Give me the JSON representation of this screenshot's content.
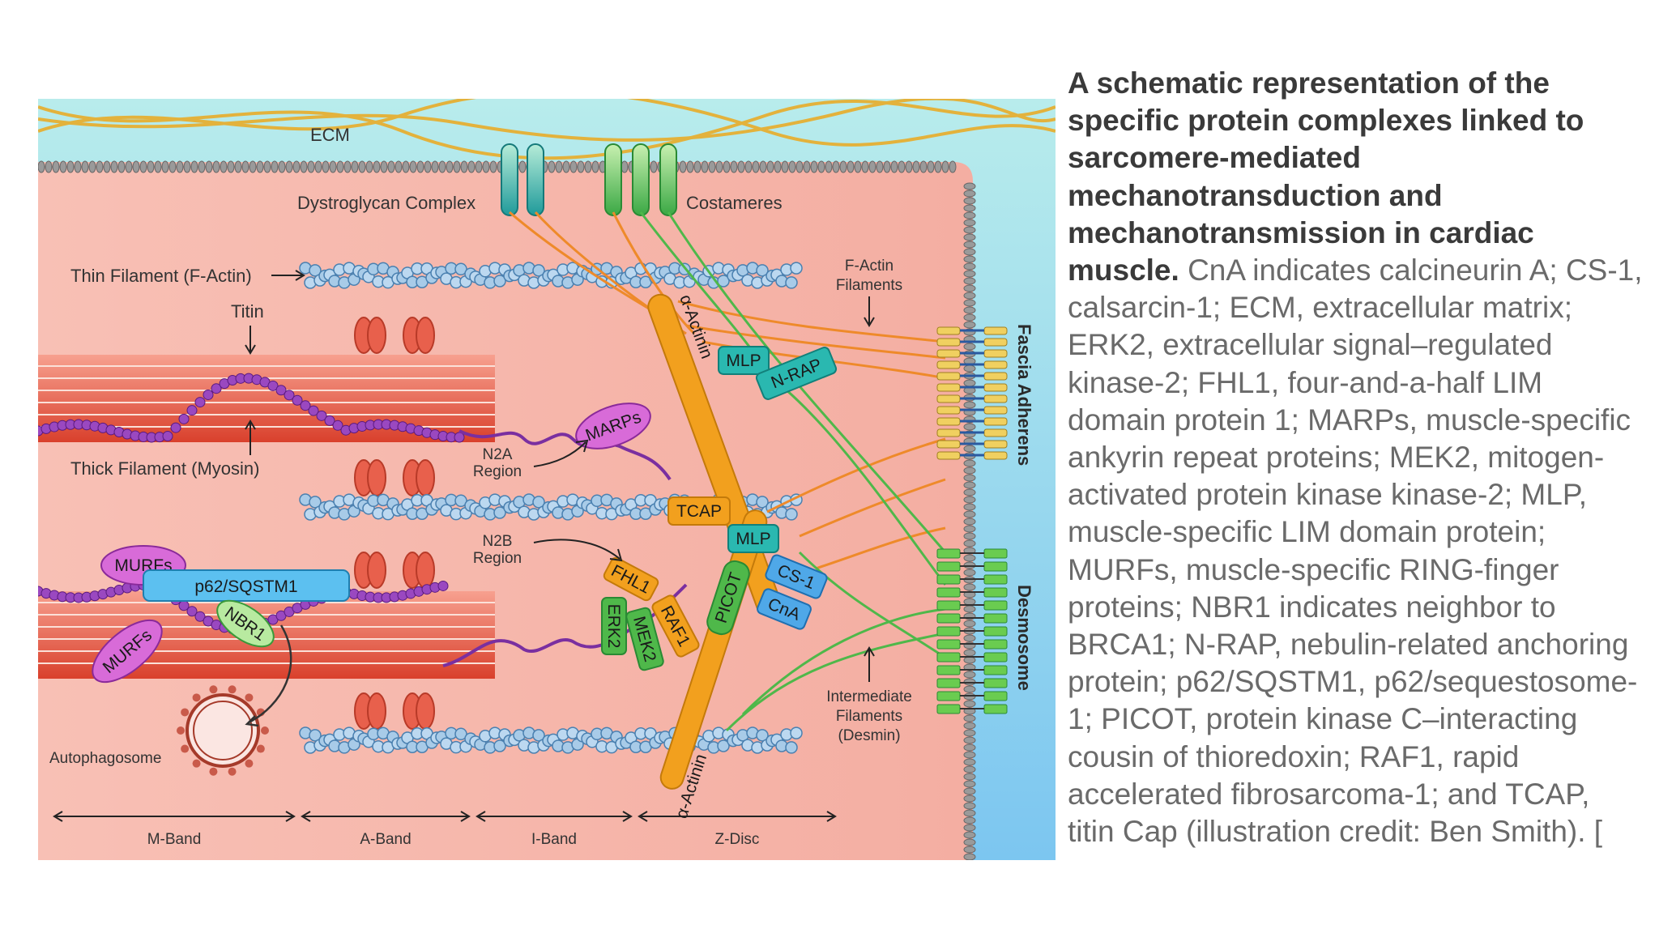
{
  "figure": {
    "labels": {
      "ecm": "ECM",
      "dystroglycan": "Dystroglycan Complex",
      "costameres": "Costameres",
      "thin_filament": "Thin Filament (F-Actin)",
      "titin": "Titin",
      "thick_filament": "Thick Filament (Myosin)",
      "f_actin_line1": "F-Actin",
      "f_actin_line2": "Filaments",
      "fascia_adherens": "Fascia Adherens",
      "desmosome": "Desmosome",
      "n2a_line1": "N2A",
      "n2a_line2": "Region",
      "n2b_line1": "N2B",
      "n2b_line2": "Region",
      "intermediate_line1": "Intermediate",
      "intermediate_line2": "Filaments",
      "intermediate_line3": "(Desmin)",
      "autophagosome": "Autophagosome",
      "m_band": "M-Band",
      "a_band": "A-Band",
      "i_band": "I-Band",
      "z_disc": "Z-Disc"
    },
    "proteins": {
      "marps": "MARPs",
      "murfs_top": "MURFs",
      "murfs_bottom": "MURFs",
      "p62": "p62/SQSTM1",
      "nbr1": "NBR1",
      "tcap": "TCAP",
      "mlp_top": "MLP",
      "mlp_mid": "MLP",
      "n_rap": "N-RAP",
      "alpha_actinin_top": "α-Actinin",
      "alpha_actinin_bottom": "α-Actinin",
      "picot": "PICOT",
      "cs1": "CS-1",
      "cna": "CnA",
      "fhl1": "FHL1",
      "erk2": "ERK2",
      "mek2": "MEK2",
      "raf1": "RAF1"
    },
    "colors": {
      "cell": "#f6b8ad",
      "ecm": "#b8ecec",
      "junction": "#8fd3f0",
      "actin": "#a8cbe8",
      "myosin": "#e8604c",
      "titin": "#8a3fb0",
      "alpha_actinin": "#f2a01e",
      "costamere_green": "#4fb84a",
      "dystroglycan_teal": "#2aa7a7",
      "ecm_fiber": "#e8b840"
    }
  },
  "caption": {
    "bold": "A schematic representation of the specific protein complexes linked to sarcomere-mediated mechanotransduction and mechanotransmission in cardiac muscle.",
    "body": " CnA indicates calcineurin A; CS-1, calsarcin-1; ECM, extracellular matrix; ERK2, extracellular signal–regulated kinase-2; FHL1, four-and-a-half LIM domain protein 1; MARPs, muscle-specific ankyrin repeat proteins; MEK2, mitogen-activated protein kinase kinase-2; MLP, muscle-specific LIM domain protein; MURFs, muscle-specific RING-finger proteins; NBR1 indicates neighbor to BRCA1; N-RAP, nebulin-related anchoring protein; p62/SQSTM1, p62/sequestosome-1; PICOT, protein kinase C–interacting cousin of thioredoxin; RAF1, rapid accelerated fibrosarcoma-1; and TCAP, titin Cap (illustration credit: Ben Smith). ["
  }
}
